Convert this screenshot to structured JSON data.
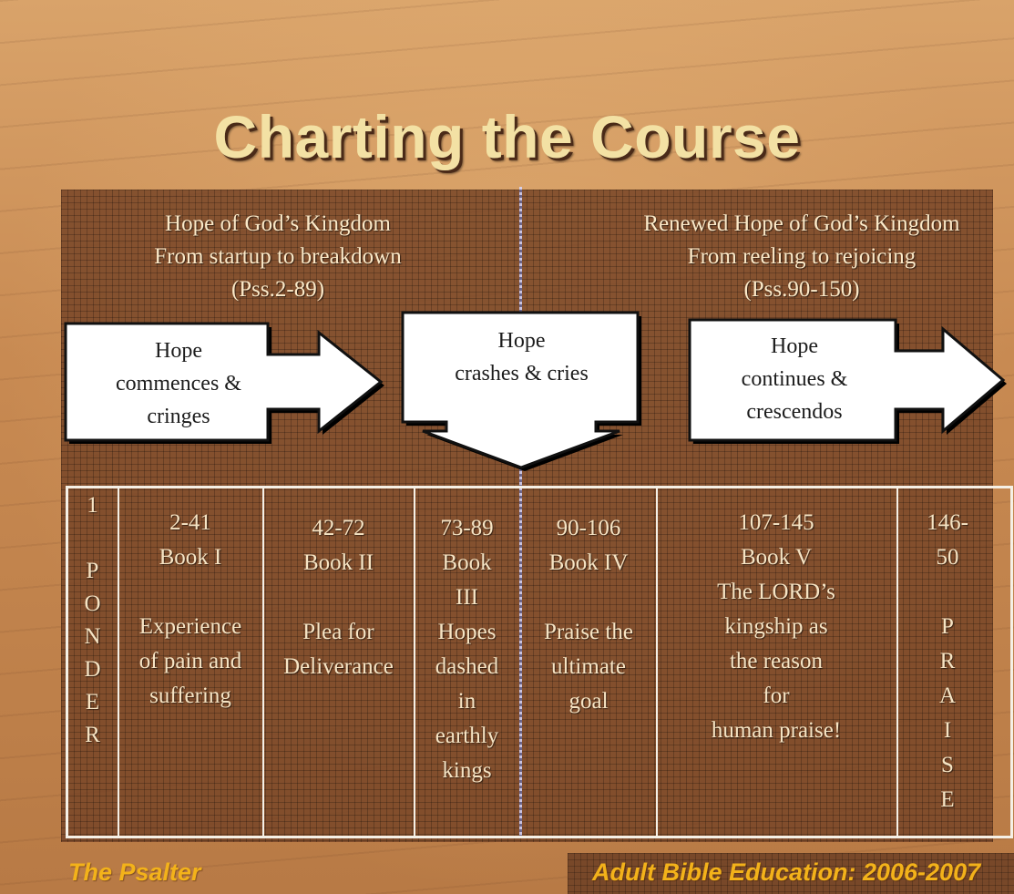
{
  "title": "Charting the Course",
  "left_header": {
    "line1": "Hope of God’s Kingdom",
    "line2": "From startup to breakdown",
    "line3": "(Pss.2-89)"
  },
  "right_header": {
    "line1": "Renewed Hope of God’s Kingdom",
    "line2": "From reeling to rejoicing",
    "line3": "(Pss.90-150)"
  },
  "arrows": {
    "a1": [
      "Hope",
      "commences &",
      "cringes"
    ],
    "a2": [
      "Hope",
      "crashes & cries"
    ],
    "a3": [
      "Hope",
      "continues &",
      "crescendos"
    ]
  },
  "columns": [
    {
      "lines": [
        "1",
        "",
        "P",
        "O",
        "N",
        "D",
        "E",
        "R"
      ]
    },
    {
      "lines": [
        "2-41",
        "Book I",
        "",
        "Experience",
        "of pain and",
        "suffering"
      ]
    },
    {
      "lines": [
        "42-72",
        "Book II",
        "",
        "Plea for",
        "Deliverance"
      ]
    },
    {
      "lines": [
        "73-89",
        "Book",
        "III",
        "Hopes",
        "dashed",
        "in",
        "earthly",
        "kings"
      ]
    },
    {
      "lines": [
        "90-106",
        "Book IV",
        "",
        "Praise the",
        "ultimate",
        "goal"
      ]
    },
    {
      "lines": [
        "107-145",
        "Book V",
        "The LORD’s",
        "kingship as",
        "the reason",
        "for",
        "human praise!"
      ]
    },
    {
      "lines": [
        "146-",
        "50",
        "",
        "P",
        "R",
        "A",
        "I",
        "S",
        "E"
      ]
    }
  ],
  "footer": {
    "left": "The Psalter",
    "right": "Adult Bible Education: 2006-2007"
  }
}
